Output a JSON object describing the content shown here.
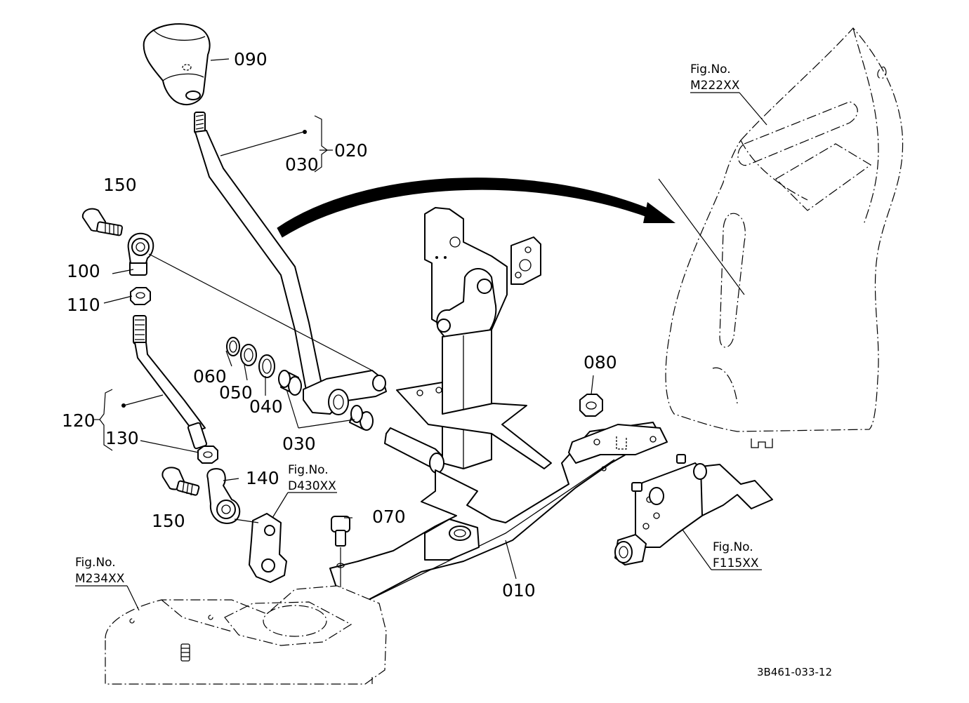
{
  "diagram": {
    "part_labels": {
      "p090": "090",
      "p020": "020",
      "p030a": "030",
      "p150a": "150",
      "p100": "100",
      "p110": "110",
      "p060": "060",
      "p050": "050",
      "p040": "040",
      "p120": "120",
      "p130": "130",
      "p030b": "030",
      "p140": "140",
      "p150b": "150",
      "p080": "080",
      "p070": "070",
      "p010": "010"
    },
    "figure_refs": {
      "m222": {
        "prefix": "Fig.No.",
        "code": "M222XX"
      },
      "d430": {
        "prefix": "Fig.No.",
        "code": "D430XX"
      },
      "f115": {
        "prefix": "Fig.No.",
        "code": "F115XX"
      },
      "m234": {
        "prefix": "Fig.No.",
        "code": "M234XX"
      }
    },
    "drawing_code": "3B461-033-12"
  }
}
